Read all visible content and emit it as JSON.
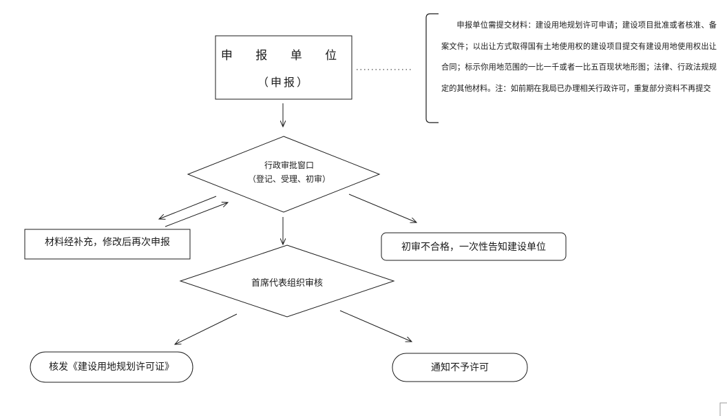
{
  "nodes": {
    "applicant": {
      "title": "申 报 单 位",
      "subtitle": "（申报）"
    },
    "admin_window": {
      "line1": "行政审批窗口",
      "line2": "（登记、受理、初审）"
    },
    "resubmit": {
      "label": "材料经补充，修改后再次申报"
    },
    "initial_fail": {
      "label": "初审不合格，一次性告知建设单位"
    },
    "chief_review": {
      "label": "首席代表组织审核"
    },
    "issue_permit": {
      "label": "核发《建设用地规划许可证》"
    },
    "deny": {
      "label": "通知不予许可"
    }
  },
  "note": {
    "text": "申报单位需提交材料：建设用地规划许可申请；建设项目批准或者核准、备案文件；以出让方式取得国有土地使用权的建设项目提交有建设用地使用权出让合同；标示你用地范围的一比一千或者一比五百现状地形图；法律、行政法规规定的其他材料。注：如前期在我局已办理相关行政许可，重复部分资料不再提交"
  },
  "colors": {
    "line": "#1a1a1a",
    "background": "#ffffff"
  }
}
